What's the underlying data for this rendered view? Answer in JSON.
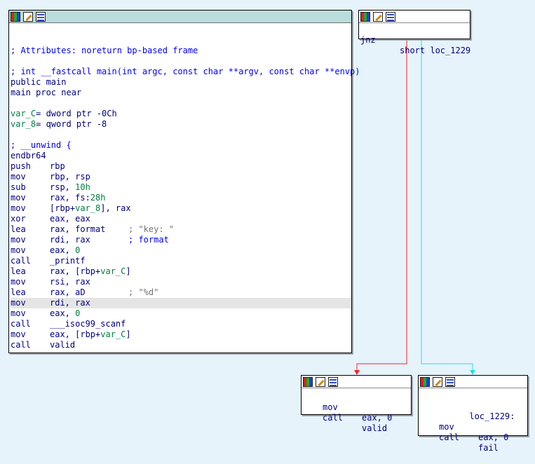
{
  "main_node": {
    "lines": [
      {
        "kind": "blank"
      },
      {
        "kind": "blank"
      },
      {
        "kind": "comment",
        "text": "; Attributes: noreturn bp-based frame"
      },
      {
        "kind": "blank"
      },
      {
        "kind": "comment",
        "text": "; int __fastcall main(int argc, const char **argv, const char **envp)"
      },
      {
        "kind": "text",
        "text": "public main"
      },
      {
        "kind": "text",
        "text": "main proc near"
      },
      {
        "kind": "blank"
      },
      {
        "kind": "var",
        "name": "var_C",
        "rest": "= dword ptr -0Ch"
      },
      {
        "kind": "var",
        "name": "var_8",
        "rest": "= qword ptr -8"
      },
      {
        "kind": "blank"
      },
      {
        "kind": "comment",
        "text": "; __unwind {"
      },
      {
        "kind": "text",
        "text": "endbr64"
      },
      {
        "kind": "ins",
        "ins": "push",
        "op": "rbp"
      },
      {
        "kind": "ins",
        "ins": "mov",
        "op": "rbp, rsp"
      },
      {
        "kind": "ins",
        "ins": "sub",
        "op": "rsp, 10h"
      },
      {
        "kind": "ins",
        "ins": "mov",
        "op": "rax, fs:28h"
      },
      {
        "kind": "ins",
        "ins": "mov",
        "op": "[rbp+var_8], rax"
      },
      {
        "kind": "ins",
        "ins": "xor",
        "op": "eax, eax"
      },
      {
        "kind": "ins",
        "ins": "lea",
        "op": "rax, format",
        "cm": "; \"key: \"",
        "cmkind": "str"
      },
      {
        "kind": "ins",
        "ins": "mov",
        "op": "rdi, rax",
        "cm": "; format",
        "cmkind": "blue"
      },
      {
        "kind": "ins",
        "ins": "mov",
        "op": "eax, 0"
      },
      {
        "kind": "ins",
        "ins": "call",
        "op": "_printf"
      },
      {
        "kind": "ins",
        "ins": "lea",
        "op": "rax, [rbp+var_C]"
      },
      {
        "kind": "ins",
        "ins": "mov",
        "op": "rsi, rax"
      },
      {
        "kind": "ins",
        "ins": "lea",
        "op": "rax, aD",
        "cm": "; \"%d\"",
        "cmkind": "str"
      },
      {
        "kind": "ins",
        "ins": "mov",
        "op": "rdi, rax",
        "highlight": true
      },
      {
        "kind": "ins",
        "ins": "mov",
        "op": "eax, 0"
      },
      {
        "kind": "ins",
        "ins": "call",
        "op": "___isoc99_scanf"
      },
      {
        "kind": "ins",
        "ins": "mov",
        "op": "eax, [rbp+var_C]"
      },
      {
        "kind": "ins",
        "ins": "call",
        "op": "valid"
      }
    ]
  },
  "jnz_node": {
    "ins": "jnz",
    "op": "short loc_1229"
  },
  "left_node": {
    "line1_ins": "mov",
    "line1_op": "eax, 0",
    "line2_ins": "call",
    "line2_op": "valid"
  },
  "right_node": {
    "label": "loc_1229:",
    "line1_ins": "mov",
    "line1_op": "eax, 0",
    "line2_ins": "call",
    "line2_op": "fail"
  },
  "colors": {
    "background": "#e7f3fb",
    "edge_false": "#ff2020",
    "edge_true": "#20e0e8",
    "title_active": "#b9dcdc"
  },
  "icons": [
    "graph-overview-icon",
    "edit-icon",
    "list-icon"
  ]
}
